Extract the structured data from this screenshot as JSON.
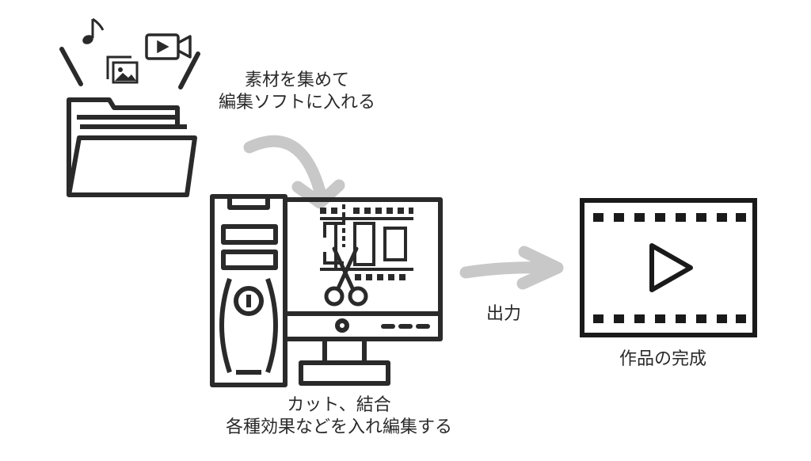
{
  "labels": {
    "collect": {
      "line1": "素材を集めて",
      "line2": "編集ソフトに入れる"
    },
    "output": "出力",
    "complete": "作品の完成",
    "edit": {
      "line1": "カット、結合",
      "line2": "各種効果などを入れ編集する"
    }
  },
  "icons": [
    "music-note-icon",
    "image-icon",
    "video-camera-icon",
    "folder-icon",
    "pc-tower-icon",
    "monitor-icon",
    "film-strip-icon",
    "scissors-icon",
    "arrow-icon",
    "video-player-icon",
    "play-icon"
  ],
  "colors": {
    "line": "#2a2a2a",
    "arrow": "#c8c8c8",
    "background": "#ffffff"
  }
}
